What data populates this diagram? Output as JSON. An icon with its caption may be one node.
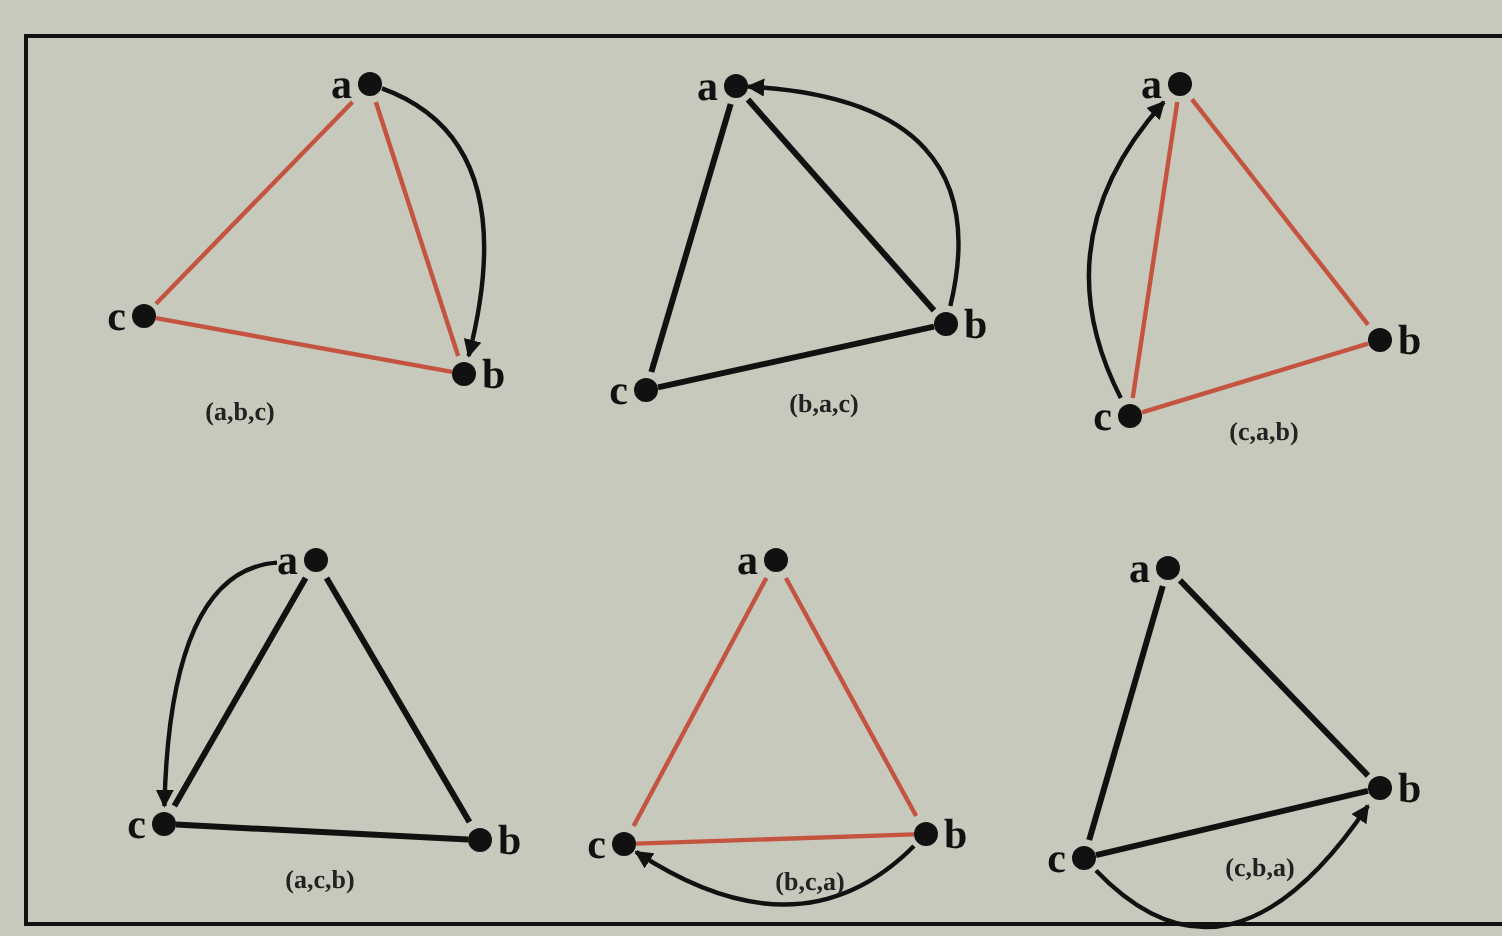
{
  "diagram": {
    "nodes": [
      {
        "text": [
          "a"
        ]
      },
      {
        "text": [
          "b"
        ]
      },
      {
        "text": [
          "c"
        ]
      },
      {
        "text": [
          "a"
        ]
      },
      {
        "text": [
          "b"
        ]
      },
      {
        "text": [
          "c"
        ]
      },
      {
        "text": [
          "a"
        ]
      },
      {
        "text": [
          "b"
        ]
      },
      {
        "text": [
          "c"
        ]
      },
      {
        "text": [
          "a"
        ]
      },
      {
        "text": [
          "b"
        ]
      },
      {
        "text": [
          "c"
        ]
      },
      {
        "text": [
          "a"
        ]
      },
      {
        "text": [
          "b"
        ]
      },
      {
        "text": [
          "c"
        ]
      },
      {
        "text": [
          "a"
        ]
      },
      {
        "text": [
          "b"
        ]
      },
      {
        "text": [
          "c"
        ]
      }
    ],
    "edges": [
      {
        "from": 0,
        "to": 1,
        "arrow": "none",
        "color": "#c4533f"
      },
      {
        "from": 1,
        "to": 2,
        "arrow": "none",
        "color": "#c4533f"
      },
      {
        "from": 2,
        "to": 0,
        "arrow": "none",
        "color": "#c4533f"
      },
      {
        "from": 0,
        "to": 1,
        "arrow": "to"
      },
      {
        "from": 3,
        "to": 4,
        "arrow": "none"
      },
      {
        "from": 4,
        "to": 5,
        "arrow": "none"
      },
      {
        "from": 5,
        "to": 3,
        "arrow": "none"
      },
      {
        "from": 4,
        "to": 3,
        "arrow": "to"
      },
      {
        "from": 6,
        "to": 7,
        "arrow": "none",
        "color": "#c4533f"
      },
      {
        "from": 7,
        "to": 8,
        "arrow": "none",
        "color": "#c4533f"
      },
      {
        "from": 8,
        "to": 6,
        "arrow": "none",
        "color": "#c4533f"
      },
      {
        "from": 8,
        "to": 6,
        "arrow": "to"
      },
      {
        "from": 9,
        "to": 10,
        "arrow": "none"
      },
      {
        "from": 10,
        "to": 11,
        "arrow": "none"
      },
      {
        "from": 11,
        "to": 9,
        "arrow": "none"
      },
      {
        "from": 9,
        "to": 11,
        "arrow": "to"
      },
      {
        "from": 12,
        "to": 13,
        "arrow": "none",
        "color": "#c4533f"
      },
      {
        "from": 13,
        "to": 14,
        "arrow": "none",
        "color": "#c4533f"
      },
      {
        "from": 14,
        "to": 12,
        "arrow": "none",
        "color": "#c4533f"
      },
      {
        "from": 13,
        "to": 14,
        "arrow": "to"
      },
      {
        "from": 15,
        "to": 16,
        "arrow": "none"
      },
      {
        "from": 16,
        "to": 17,
        "arrow": "none"
      },
      {
        "from": 17,
        "to": 15,
        "arrow": "none"
      },
      {
        "from": 17,
        "to": 16,
        "arrow": "to"
      }
    ],
    "labels": [
      "(a,b,c)",
      "(b,a,c)",
      "(c,a,b)",
      "(a,c,b)",
      "(b,c,a)",
      "(c,b,a)"
    ]
  }
}
